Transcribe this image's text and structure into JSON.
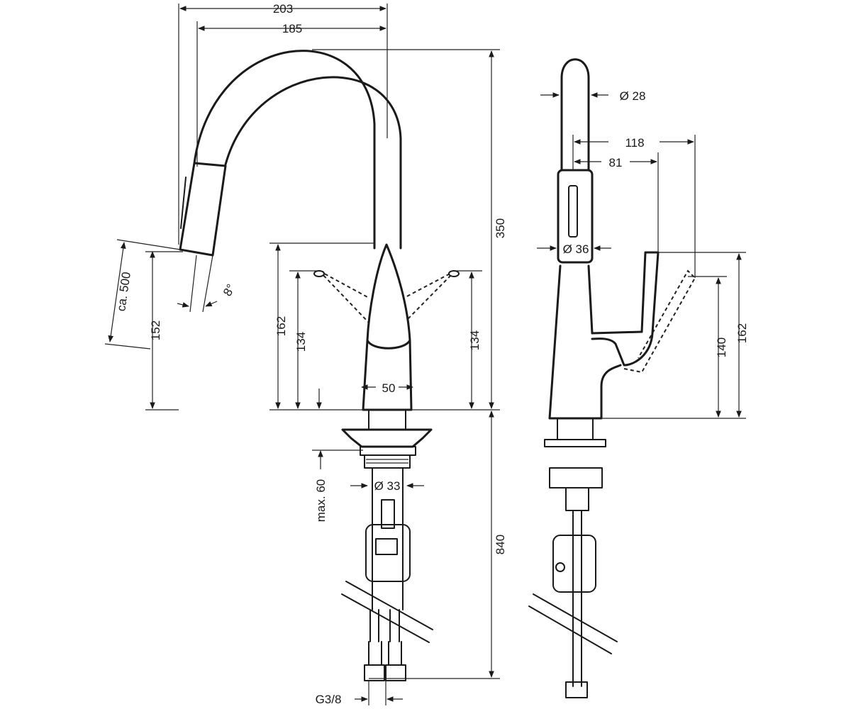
{
  "drawing": {
    "front_view": {
      "width_overall": "203",
      "width_spout": "185",
      "height_overall": "350",
      "pullout_length": "ca. 500",
      "spout_outlet_height": "152",
      "spray_angle": "8°",
      "lever_height": "162",
      "lever_open_height_left": "134",
      "lever_open_height_right": "134",
      "body_width": "50",
      "max_deck_thickness": "max. 60",
      "shank_diameter": "Ø 33",
      "supply_hose_length": "840",
      "connection_thread": "G3/8"
    },
    "side_view": {
      "spout_diameter": "Ø 28",
      "reach_lever_open": "118",
      "reach_lever": "81",
      "handspray_diameter": "Ø 36",
      "lever_open_height": "140",
      "lever_height": "162"
    }
  }
}
